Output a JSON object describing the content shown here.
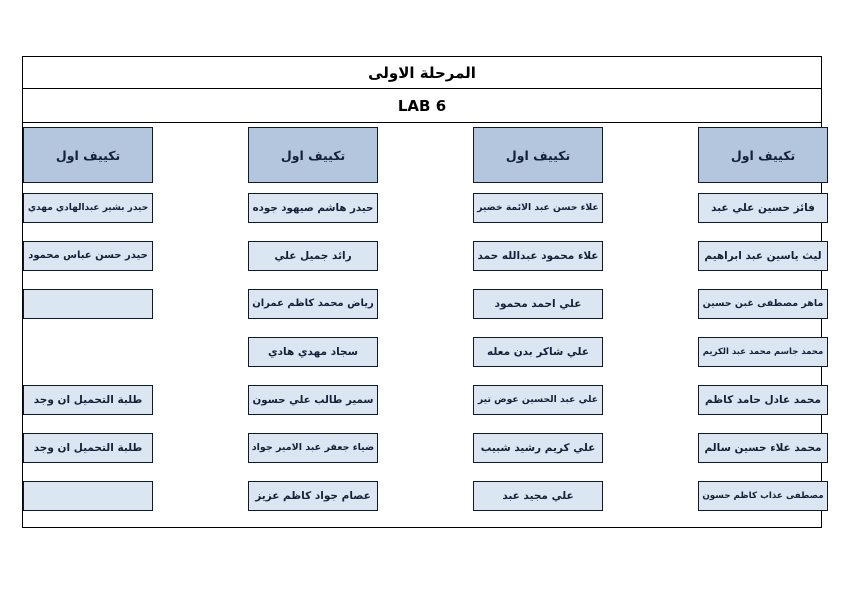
{
  "document": {
    "stage_title": "المرحلة الاولى",
    "lab_title": "LAB 6"
  },
  "colors": {
    "header_fill": "#b4c6dd",
    "cell_fill": "#dce6f2",
    "border": "#111a2b",
    "frame_border": "#000000",
    "text": "#14203a",
    "page_background": "#ffffff"
  },
  "columns": [
    {
      "header": "تكييف اول",
      "cells": [
        {
          "text": "فائز حسين علي عبد",
          "state": "filled"
        },
        {
          "text": "ليث ياسين عبد ابراهيم",
          "state": "filled"
        },
        {
          "text": "ماهر مصطفى غبن حسين",
          "state": "filled"
        },
        {
          "text": "محمد جاسم محمد عبد الكريم",
          "state": "filled"
        },
        {
          "text": "محمد عادل حامد كاظم",
          "state": "filled"
        },
        {
          "text": "محمد علاء حسين سالم",
          "state": "filled"
        },
        {
          "text": "مصطفى عذاب كاظم حسون",
          "state": "filled"
        }
      ]
    },
    {
      "header": "تكييف اول",
      "cells": [
        {
          "text": "علاء حسن عبد الائمة خضير",
          "state": "filled"
        },
        {
          "text": "علاء محمود عبدالله حمد",
          "state": "filled"
        },
        {
          "text": "علي احمد محمود",
          "state": "filled"
        },
        {
          "text": "علي شاكر بدن معله",
          "state": "filled"
        },
        {
          "text": "علي عبد الحسين عوض تير",
          "state": "filled"
        },
        {
          "text": "علي كريم رشيد شبيب",
          "state": "filled"
        },
        {
          "text": "علي مجيد عبد",
          "state": "filled"
        }
      ]
    },
    {
      "header": "تكييف اول",
      "cells": [
        {
          "text": "حيدر هاشم صيهود جوده",
          "state": "filled"
        },
        {
          "text": "رائد جميل علي",
          "state": "filled"
        },
        {
          "text": "رياض محمد كاظم عمران",
          "state": "filled"
        },
        {
          "text": "سجاد مهدي هادي",
          "state": "filled"
        },
        {
          "text": "سمير طالب علي حسون",
          "state": "filled"
        },
        {
          "text": "ضياء جعفر عبد الامير جواد",
          "state": "filled"
        },
        {
          "text": "عصام جواد كاظم عزيز",
          "state": "filled"
        }
      ]
    },
    {
      "header": "تكييف اول",
      "cells": [
        {
          "text": "حيدر بشير عبدالهادي مهدي",
          "state": "filled"
        },
        {
          "text": "حيدر حسن عباس محمود",
          "state": "filled"
        },
        {
          "text": "",
          "state": "blank"
        },
        {
          "text": "",
          "state": "missing"
        },
        {
          "text": "طلبة التحميل ان وجد",
          "state": "filled"
        },
        {
          "text": "طلبة التحميل ان وجد",
          "state": "filled"
        },
        {
          "text": "",
          "state": "blank"
        }
      ]
    }
  ],
  "layout": {
    "column_left_offsets": [
      675,
      450,
      225,
      0
    ],
    "row_top_offsets": [
      70,
      118,
      166,
      214,
      262,
      310,
      358
    ]
  }
}
